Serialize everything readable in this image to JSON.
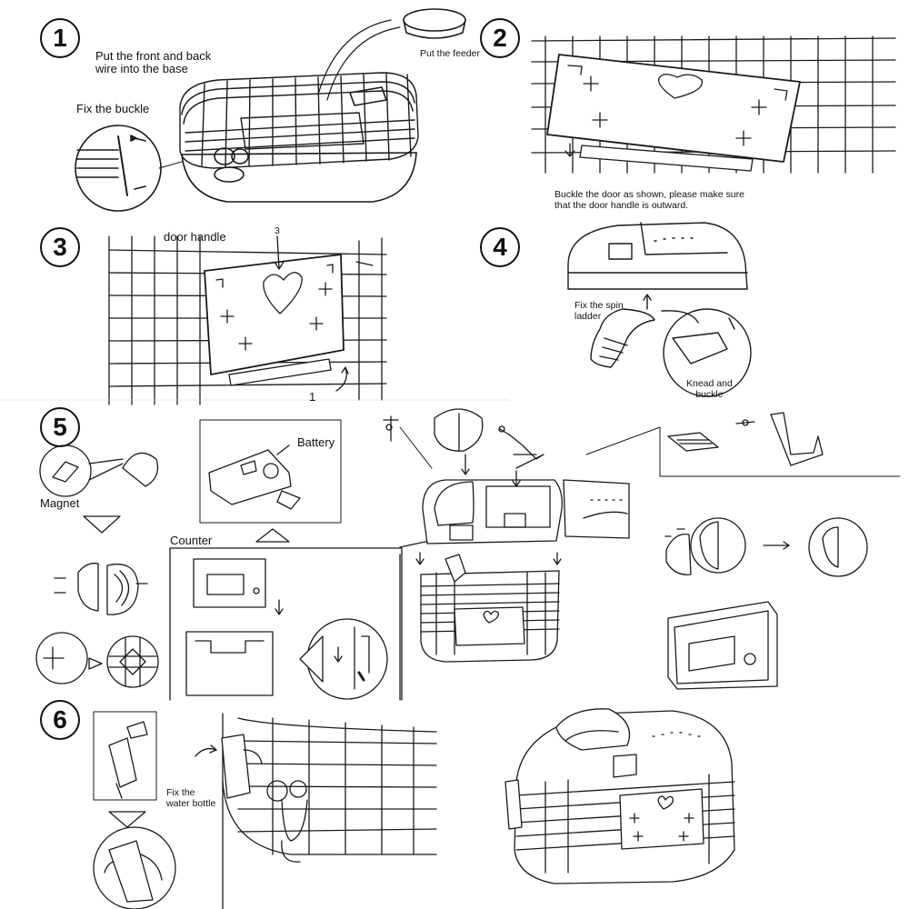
{
  "steps": [
    {
      "number": "1"
    },
    {
      "number": "2"
    },
    {
      "number": "3"
    },
    {
      "number": "4"
    },
    {
      "number": "5"
    },
    {
      "number": "6"
    }
  ],
  "labels": {
    "front_back_wire": "Put the front and back\nwire into the base",
    "fix_buckle": "Fix the buckle",
    "put_feeder": "Put the feeder",
    "buckle_door": "Buckle the door as shown, please make sure\nthat the door handle is outward.",
    "door_handle": "door handle",
    "fix_spin_ladder": "Fix the spin\nladder",
    "knead_buckle": "Knead and\nbuckle",
    "battery": "Battery",
    "magnet": "Magnet",
    "counter": "Counter",
    "fix_water_bottle": "Fix the\nwater bottle",
    "arrow_3": "3",
    "arrow_1": "1"
  }
}
